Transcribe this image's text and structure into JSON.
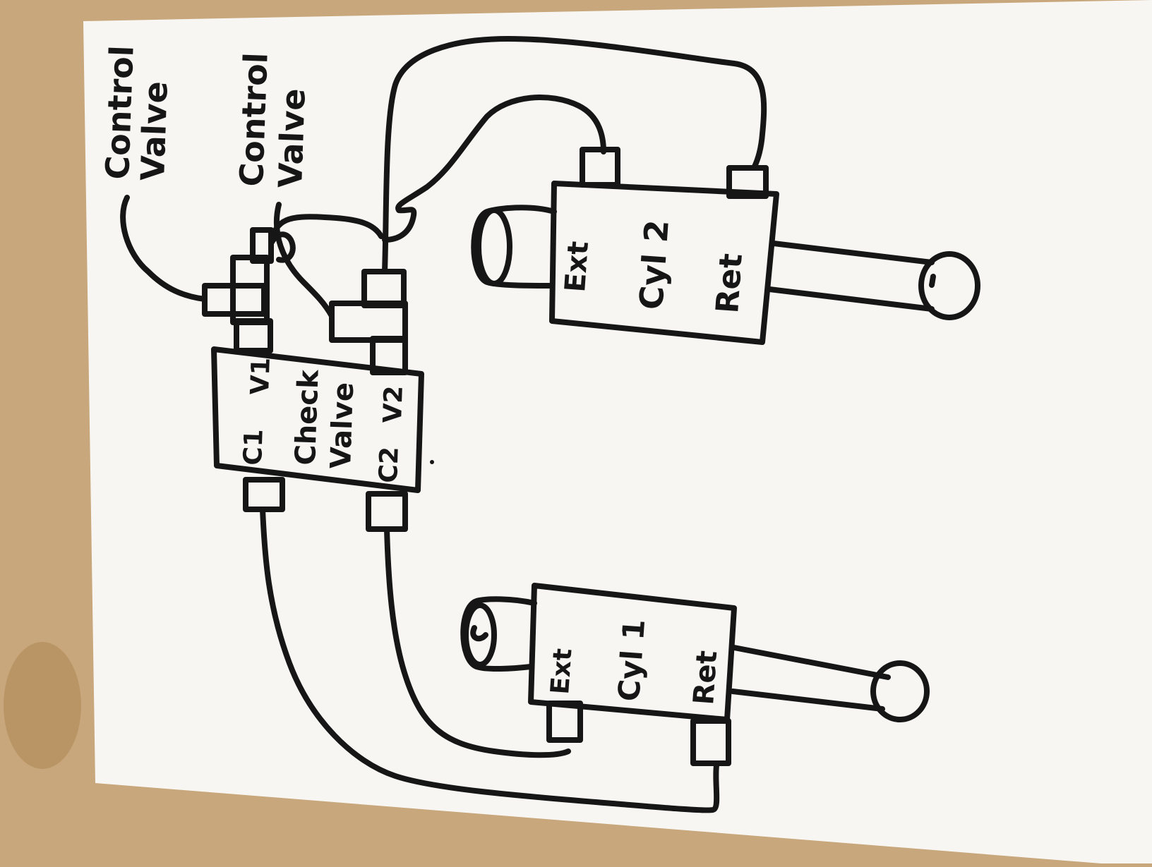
{
  "colors": {
    "table": "#c9a77c",
    "table_dark": "#a9834f",
    "paper": "#f7f6f2",
    "ink": "#161616"
  },
  "labels": {
    "control_valve_1": {
      "line1": "Control",
      "line2": "Valve"
    },
    "control_valve_2": {
      "line1": "Control",
      "line2": "Valve"
    },
    "check_valve": {
      "title_line1": "Check",
      "title_line2": "Valve",
      "port_c1": "C1",
      "port_v1": "V1",
      "port_c2": "C2",
      "port_v2": "V2"
    },
    "cylinder_2": {
      "name": "Cyl 2",
      "ext": "Ext",
      "ret": "Ret"
    },
    "cylinder_1": {
      "name": "Cyl 1",
      "ext": "Ext",
      "ret": "Ret"
    }
  }
}
